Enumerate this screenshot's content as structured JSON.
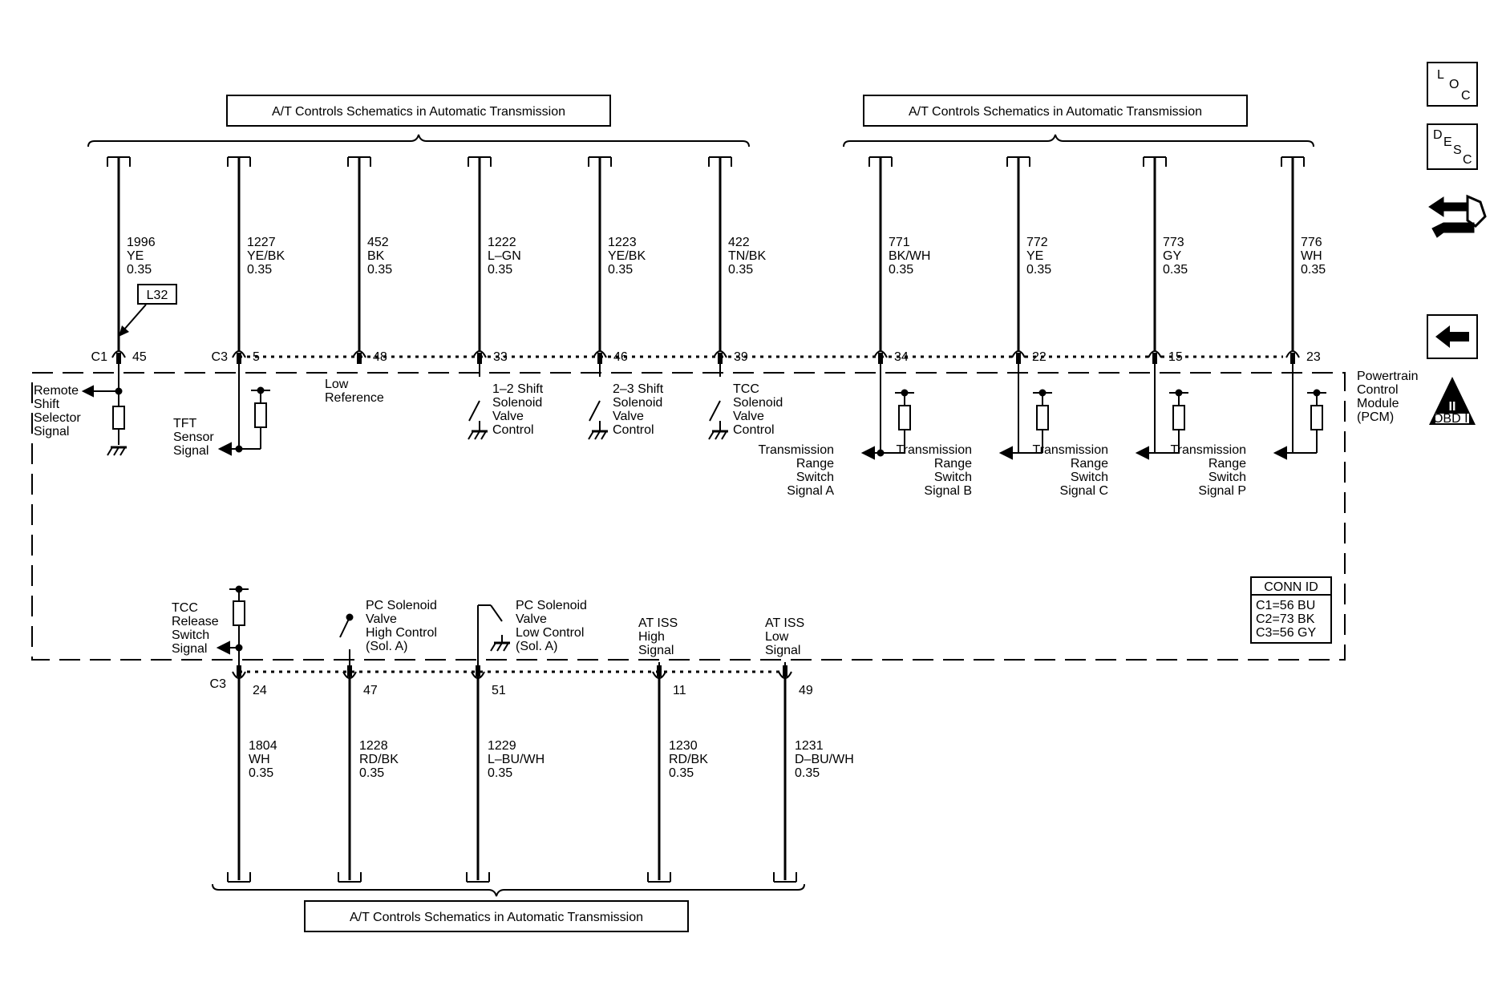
{
  "references": {
    "top_left": "A/T Controls Schematics in Automatic Transmission",
    "top_right": "A/T Controls Schematics in Automatic Transmission",
    "bottom": "A/T Controls Schematics in Automatic Transmission"
  },
  "callout": "L32",
  "module": {
    "lines": [
      "Powertrain",
      "Control",
      "Module",
      "(PCM)"
    ]
  },
  "conn_id": {
    "title": "CONN ID",
    "lines": [
      "C1=56 BU",
      "C2=73 BK",
      "C3=56 GY"
    ]
  },
  "nav": {
    "loc": [
      "L",
      "O",
      "C"
    ],
    "desc": [
      "D",
      "E",
      "S",
      "C"
    ],
    "obd_numeral": "II",
    "obd_label": "OBD II"
  },
  "top_circuits": [
    {
      "conn": "C1",
      "pin": "45",
      "circuit": "1996",
      "color": "YE",
      "gauge": "0.35",
      "label": [
        "Remote",
        "Shift",
        "Selector",
        "Signal"
      ]
    },
    {
      "conn": "C3",
      "pin": "5",
      "circuit": "1227",
      "color": "YE/BK",
      "gauge": "0.35",
      "label": [
        "TFT",
        "Sensor",
        "Signal"
      ]
    },
    {
      "conn": "",
      "pin": "48",
      "circuit": "452",
      "color": "BK",
      "gauge": "0.35",
      "label": [
        "Low",
        "Reference"
      ]
    },
    {
      "conn": "",
      "pin": "33",
      "circuit": "1222",
      "color": "L–GN",
      "gauge": "0.35",
      "label": [
        "1–2 Shift",
        "Solenoid",
        "Valve",
        "Control"
      ]
    },
    {
      "conn": "",
      "pin": "46",
      "circuit": "1223",
      "color": "YE/BK",
      "gauge": "0.35",
      "label": [
        "2–3 Shift",
        "Solenoid",
        "Valve",
        "Control"
      ]
    },
    {
      "conn": "",
      "pin": "39",
      "circuit": "422",
      "color": "TN/BK",
      "gauge": "0.35",
      "label": [
        "TCC",
        "Solenoid",
        "Valve",
        "Control"
      ]
    },
    {
      "conn": "",
      "pin": "34",
      "circuit": "771",
      "color": "BK/WH",
      "gauge": "0.35",
      "label": [
        "Transmission",
        "Range",
        "Switch",
        "Signal A"
      ]
    },
    {
      "conn": "",
      "pin": "22",
      "circuit": "772",
      "color": "YE",
      "gauge": "0.35",
      "label": [
        "Transmission",
        "Range",
        "Switch",
        "Signal B"
      ]
    },
    {
      "conn": "",
      "pin": "15",
      "circuit": "773",
      "color": "GY",
      "gauge": "0.35",
      "label": [
        "Transmission",
        "Range",
        "Switch",
        "Signal C"
      ]
    },
    {
      "conn": "",
      "pin": "23",
      "circuit": "776",
      "color": "WH",
      "gauge": "0.35",
      "label": [
        "Transmission",
        "Range",
        "Switch",
        "Signal P"
      ]
    }
  ],
  "bottom_circuits": [
    {
      "conn": "C3",
      "pin": "24",
      "circuit": "1804",
      "color": "WH",
      "gauge": "0.35",
      "label": [
        "TCC",
        "Release",
        "Switch",
        "Signal"
      ]
    },
    {
      "conn": "",
      "pin": "47",
      "circuit": "1228",
      "color": "RD/BK",
      "gauge": "0.35",
      "label": [
        "PC Solenoid",
        "Valve",
        "High Control",
        "(Sol. A)"
      ]
    },
    {
      "conn": "",
      "pin": "51",
      "circuit": "1229",
      "color": "L–BU/WH",
      "gauge": "0.35",
      "label": [
        "PC Solenoid",
        "Valve",
        "Low Control",
        "(Sol. A)"
      ]
    },
    {
      "conn": "",
      "pin": "11",
      "circuit": "1230",
      "color": "RD/BK",
      "gauge": "0.35",
      "label": [
        "AT ISS",
        "High",
        "Signal"
      ]
    },
    {
      "conn": "",
      "pin": "49",
      "circuit": "1231",
      "color": "D–BU/WH",
      "gauge": "0.35",
      "label": [
        "AT ISS",
        "Low",
        "Signal"
      ]
    }
  ]
}
